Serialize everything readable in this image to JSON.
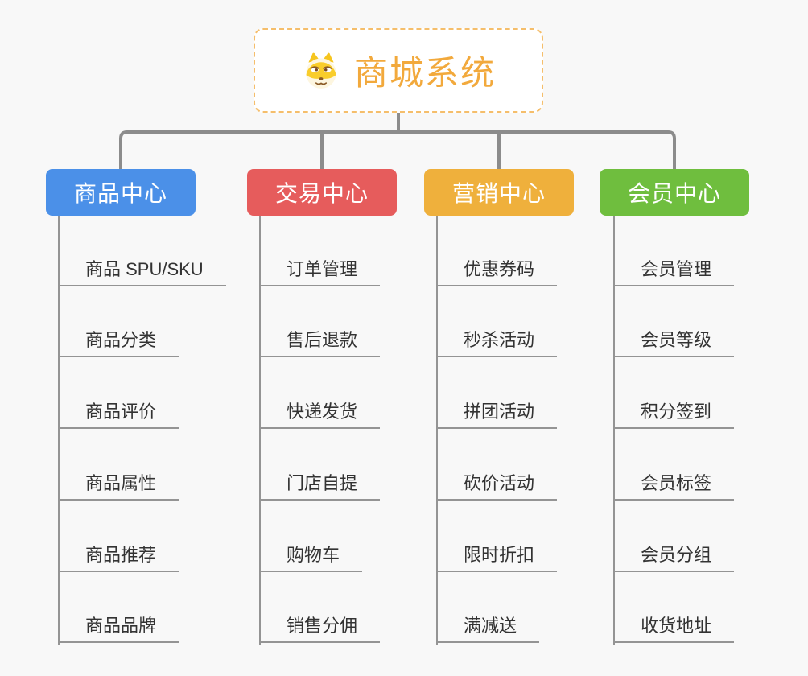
{
  "root": {
    "title": "商城系统",
    "icon": "doge-icon"
  },
  "colors": {
    "connector": "#8c8c8c",
    "line": "#949494",
    "bg": "#f8f8f8",
    "item-text": "#333333",
    "root-text": "#f2a93c",
    "root-border": "#f5be6b"
  },
  "branches": [
    {
      "label": "商品中心",
      "color": "#4b90e8",
      "items": [
        "商品 SPU/SKU",
        "商品分类",
        "商品评价",
        "商品属性",
        "商品推荐",
        "商品品牌"
      ]
    },
    {
      "label": "交易中心",
      "color": "#e65c5c",
      "items": [
        "订单管理",
        "售后退款",
        "快递发货",
        "门店自提",
        "购物车",
        "销售分佣"
      ]
    },
    {
      "label": "营销中心",
      "color": "#efb03c",
      "items": [
        "优惠券码",
        "秒杀活动",
        "拼团活动",
        "砍价活动",
        "限时折扣",
        "满减送"
      ]
    },
    {
      "label": "会员中心",
      "color": "#6fbe3e",
      "items": [
        "会员管理",
        "会员等级",
        "积分签到",
        "会员标签",
        "会员分组",
        "收货地址"
      ]
    }
  ]
}
